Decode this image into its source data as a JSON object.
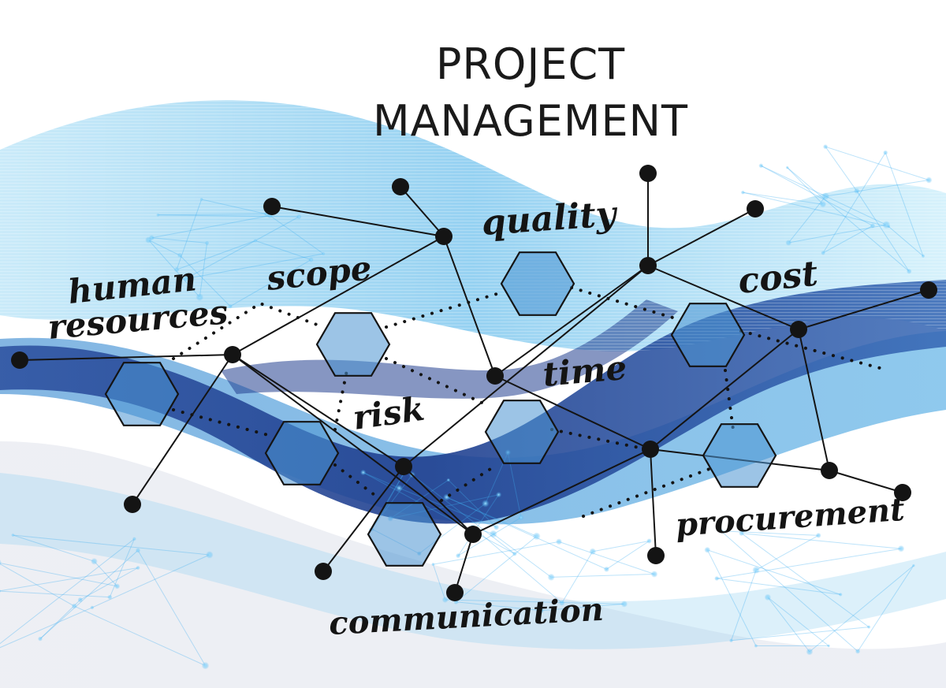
{
  "title": {
    "line1": "PROJECT",
    "line2": "MANAGEMENT"
  },
  "concepts": {
    "human": "human",
    "resources": "resources",
    "scope": "scope",
    "quality": "quality",
    "cost": "cost",
    "time": "time",
    "risk": "risk",
    "procurement": "procurement",
    "communication": "communication"
  },
  "colors": {
    "ink": "#141414",
    "wave_dark": "#1f3f8f",
    "wave_mid": "#3a7fc8",
    "wave_light": "#8fd0f0",
    "hex_fill": "#4b94d2",
    "particle": "#3fb0f0"
  }
}
